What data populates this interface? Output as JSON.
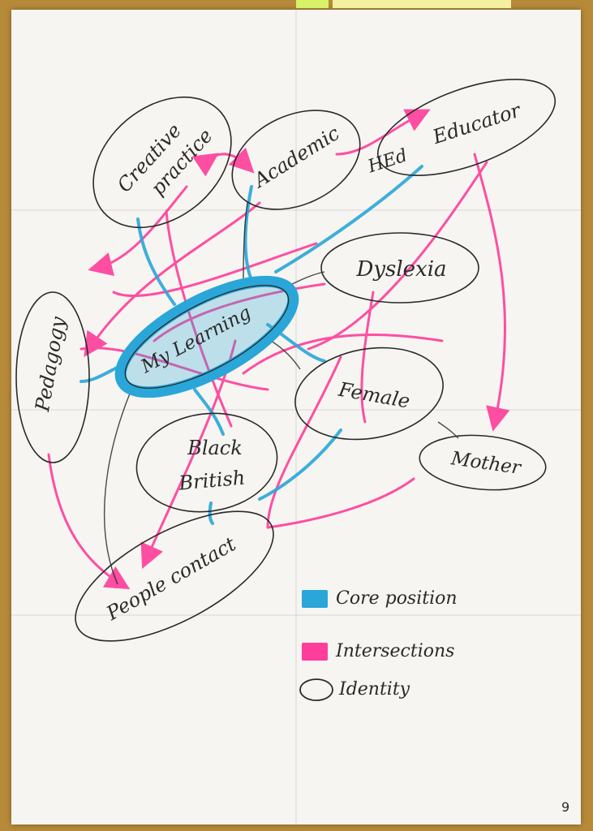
{
  "nodes": {
    "center": "My Learning",
    "creative_practice_line1": "Creative",
    "creative_practice_line2": "practice",
    "academic": "Academic",
    "hed_educator_prefix": "HEd",
    "hed_educator": "Educator",
    "dyslexia": "Dyslexia",
    "pedagogy": "Pedagogy",
    "female": "Female",
    "mother": "Mother",
    "black_british_line1": "Black",
    "black_british_line2": "British",
    "people_contact": "People contact"
  },
  "legend": {
    "core_position": "Core position",
    "intersections": "Intersections",
    "identity": "Identity"
  },
  "page_number": "9",
  "colors": {
    "blue": "#2aa6d8",
    "pink": "#ff3d9a",
    "ink": "#2a2a2a",
    "paper": "#f6f5f1",
    "background": "#b78a3a"
  }
}
